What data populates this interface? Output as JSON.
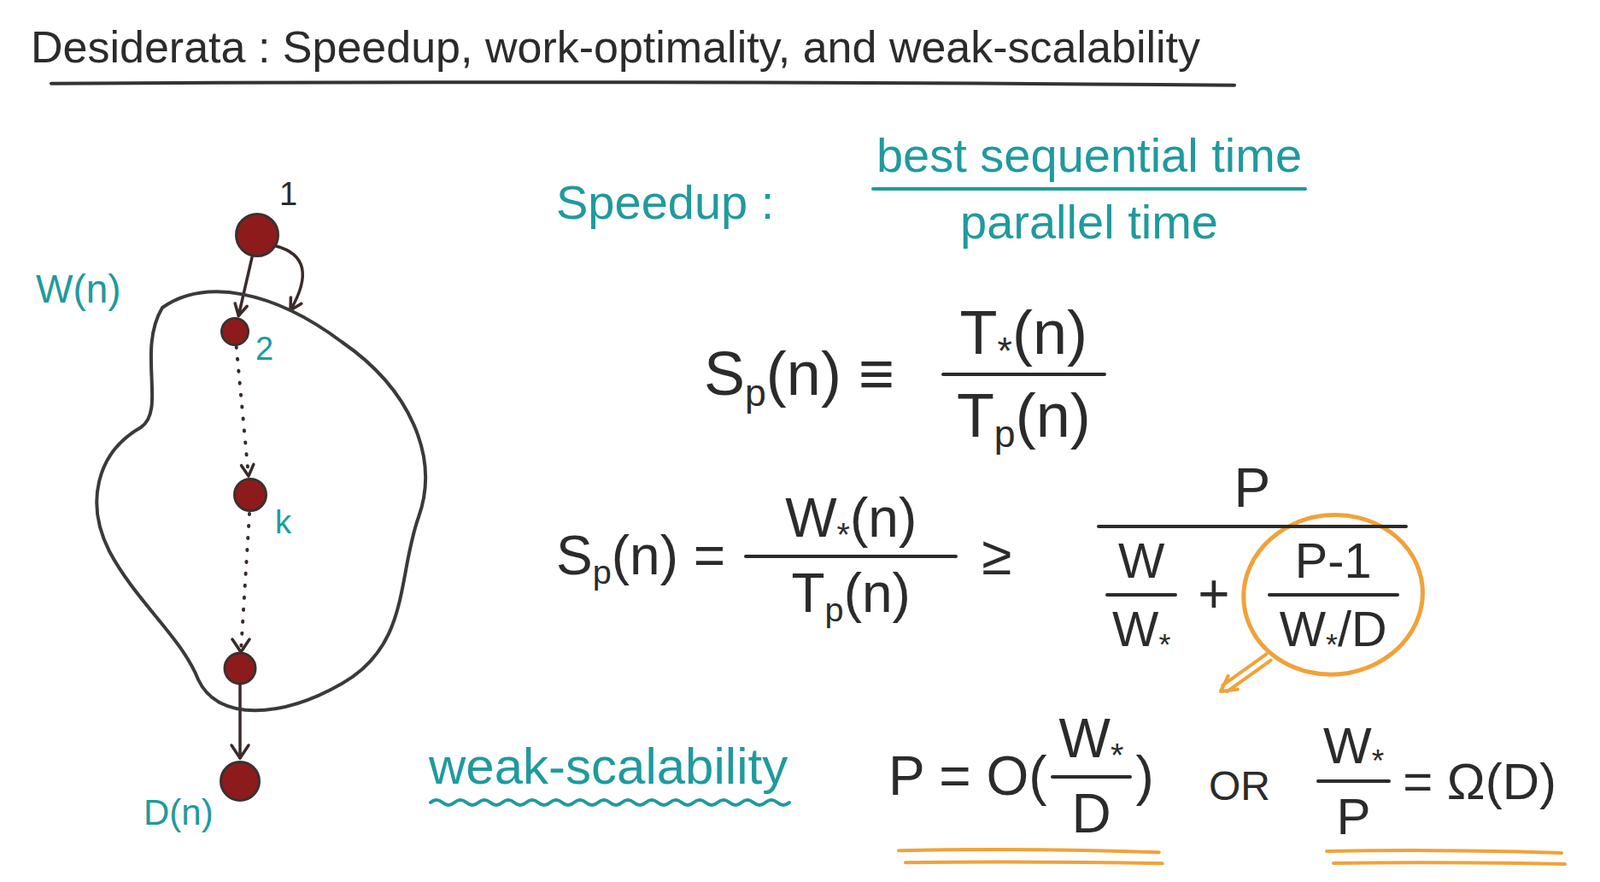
{
  "diagram": {
    "title": "Desiderata : Speedup, work-optimality, and weak-scalability",
    "nodes": [
      {
        "text": [
          "1"
        ]
      },
      {
        "text": [
          "W(n)"
        ]
      },
      {
        "text": [
          "2"
        ],
        "in": 1
      },
      {
        "text": [
          "k"
        ],
        "in": 1
      },
      {
        "text": [
          "D(n)"
        ]
      }
    ],
    "edges": [
      {
        "from": 0,
        "to": 2,
        "arrow": "to"
      },
      {
        "from": 0,
        "to": 1,
        "arrow": "to"
      },
      {
        "from": 2,
        "to": 3,
        "arrow": "to"
      }
    ],
    "labels": [
      "Speedup :",
      "best sequential time",
      "parallel time",
      "S",
      "p",
      "(n) ≡",
      "T",
      "*",
      "(n)",
      "T",
      "p",
      "(n)",
      "S",
      "p",
      "(n) =",
      "W",
      "*",
      "(n)",
      "T",
      "p",
      "(n)",
      "≥",
      "P",
      "W",
      "W",
      "*",
      "+",
      "P-1",
      "W",
      "*",
      "/D",
      "weak-scalability",
      "P = O(",
      "W",
      "*",
      "D",
      ")",
      "OR",
      "W",
      "*",
      "P",
      "= Ω(D)"
    ]
  }
}
